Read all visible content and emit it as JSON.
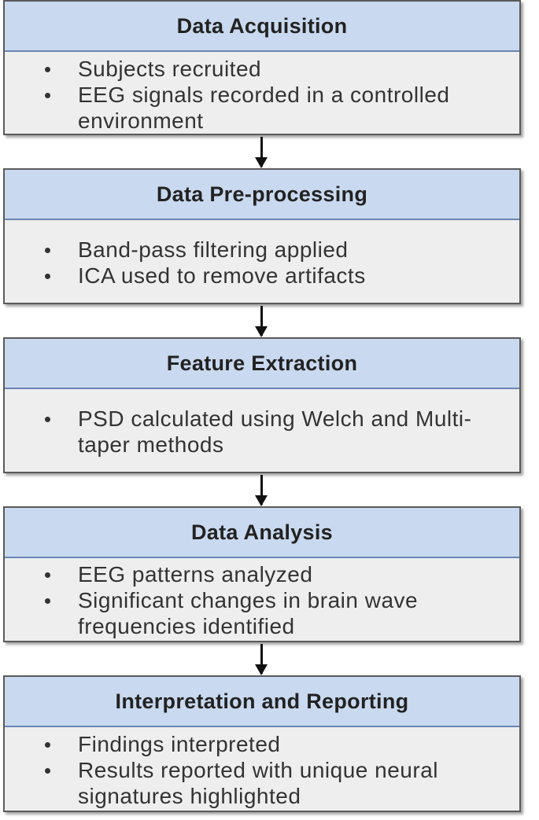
{
  "stages": [
    {
      "title": "Data Acquisition",
      "items": [
        "Subjects recruited",
        "EEG signals recorded in a controlled environment"
      ]
    },
    {
      "title": "Data Pre-processing",
      "items": [
        "Band-pass filtering applied",
        "ICA used to remove artifacts"
      ]
    },
    {
      "title": "Feature Extraction",
      "items": [
        "PSD calculated using Welch and Multi-taper methods"
      ]
    },
    {
      "title": "Data Analysis",
      "items": [
        "EEG patterns analyzed",
        "Significant changes in brain wave frequencies identified"
      ]
    },
    {
      "title": "Interpretation and Reporting",
      "items": [
        "Findings interpreted",
        "Results reported with unique neural signatures highlighted"
      ]
    }
  ],
  "colors": {
    "header_fill": "#c9d9ef",
    "body_fill": "#eeeeee",
    "border": "#5a5a5a",
    "arrow": "#111111"
  }
}
